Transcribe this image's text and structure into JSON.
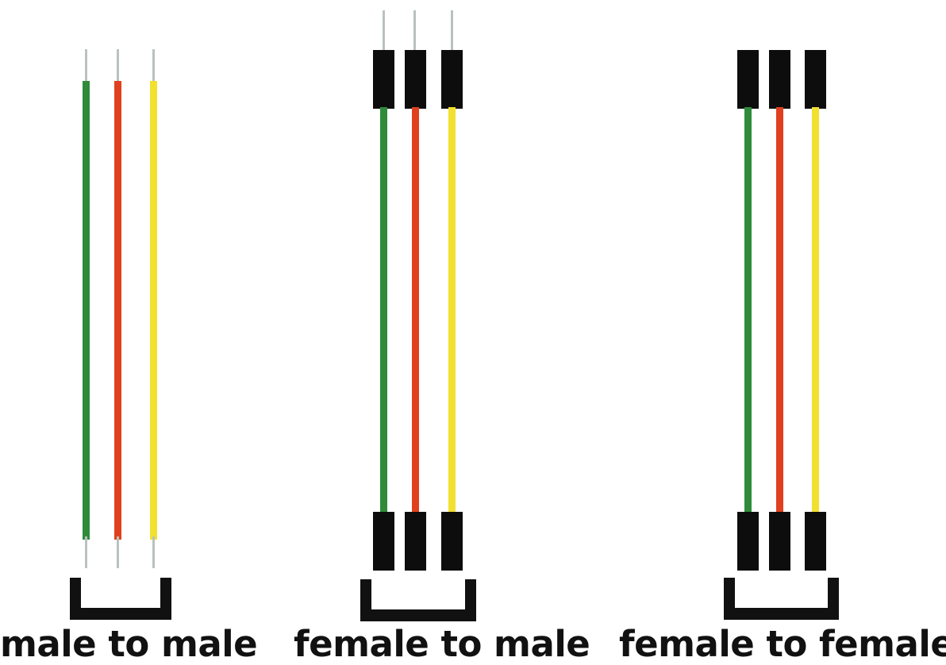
{
  "colors": {
    "background": "#ffffff",
    "pin": "#b9c2bd",
    "housing": "#0d0d0d",
    "bracket": "#111111",
    "wires": [
      "#2e8b3a",
      "#e0401e",
      "#f2e030"
    ]
  },
  "labels": {
    "male_to_male": "male to male",
    "female_to_male": "female to male",
    "female_to_female": "female to female"
  }
}
